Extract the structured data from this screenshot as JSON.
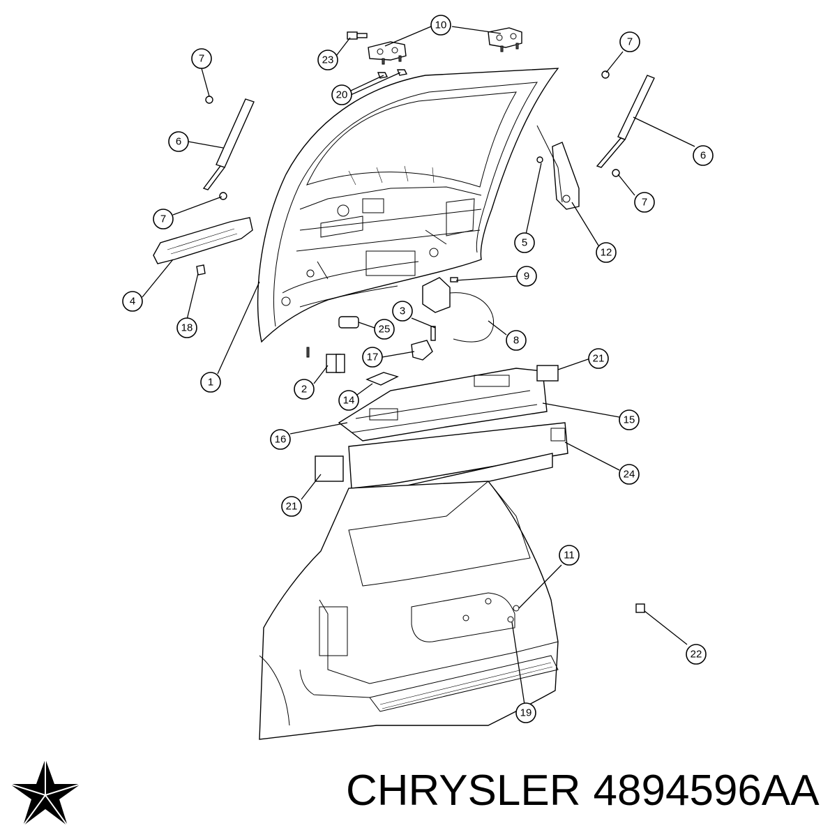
{
  "brand": {
    "name": "CHRYSLER",
    "part_number": "4894596AA",
    "logo_color": "#000000"
  },
  "callouts": [
    {
      "label": "10"
    },
    {
      "label": "23"
    },
    {
      "label": "20"
    },
    {
      "label": "7"
    },
    {
      "label": "7"
    },
    {
      "label": "6"
    },
    {
      "label": "6"
    },
    {
      "label": "7"
    },
    {
      "label": "7"
    },
    {
      "label": "4"
    },
    {
      "label": "18"
    },
    {
      "label": "5"
    },
    {
      "label": "12"
    },
    {
      "label": "9"
    },
    {
      "label": "3"
    },
    {
      "label": "25"
    },
    {
      "label": "8"
    },
    {
      "label": "17"
    },
    {
      "label": "1"
    },
    {
      "label": "2"
    },
    {
      "label": "14"
    },
    {
      "label": "21"
    },
    {
      "label": "15"
    },
    {
      "label": "16"
    },
    {
      "label": "24"
    },
    {
      "label": "21"
    },
    {
      "label": "11"
    },
    {
      "label": "22"
    },
    {
      "label": "19"
    }
  ]
}
